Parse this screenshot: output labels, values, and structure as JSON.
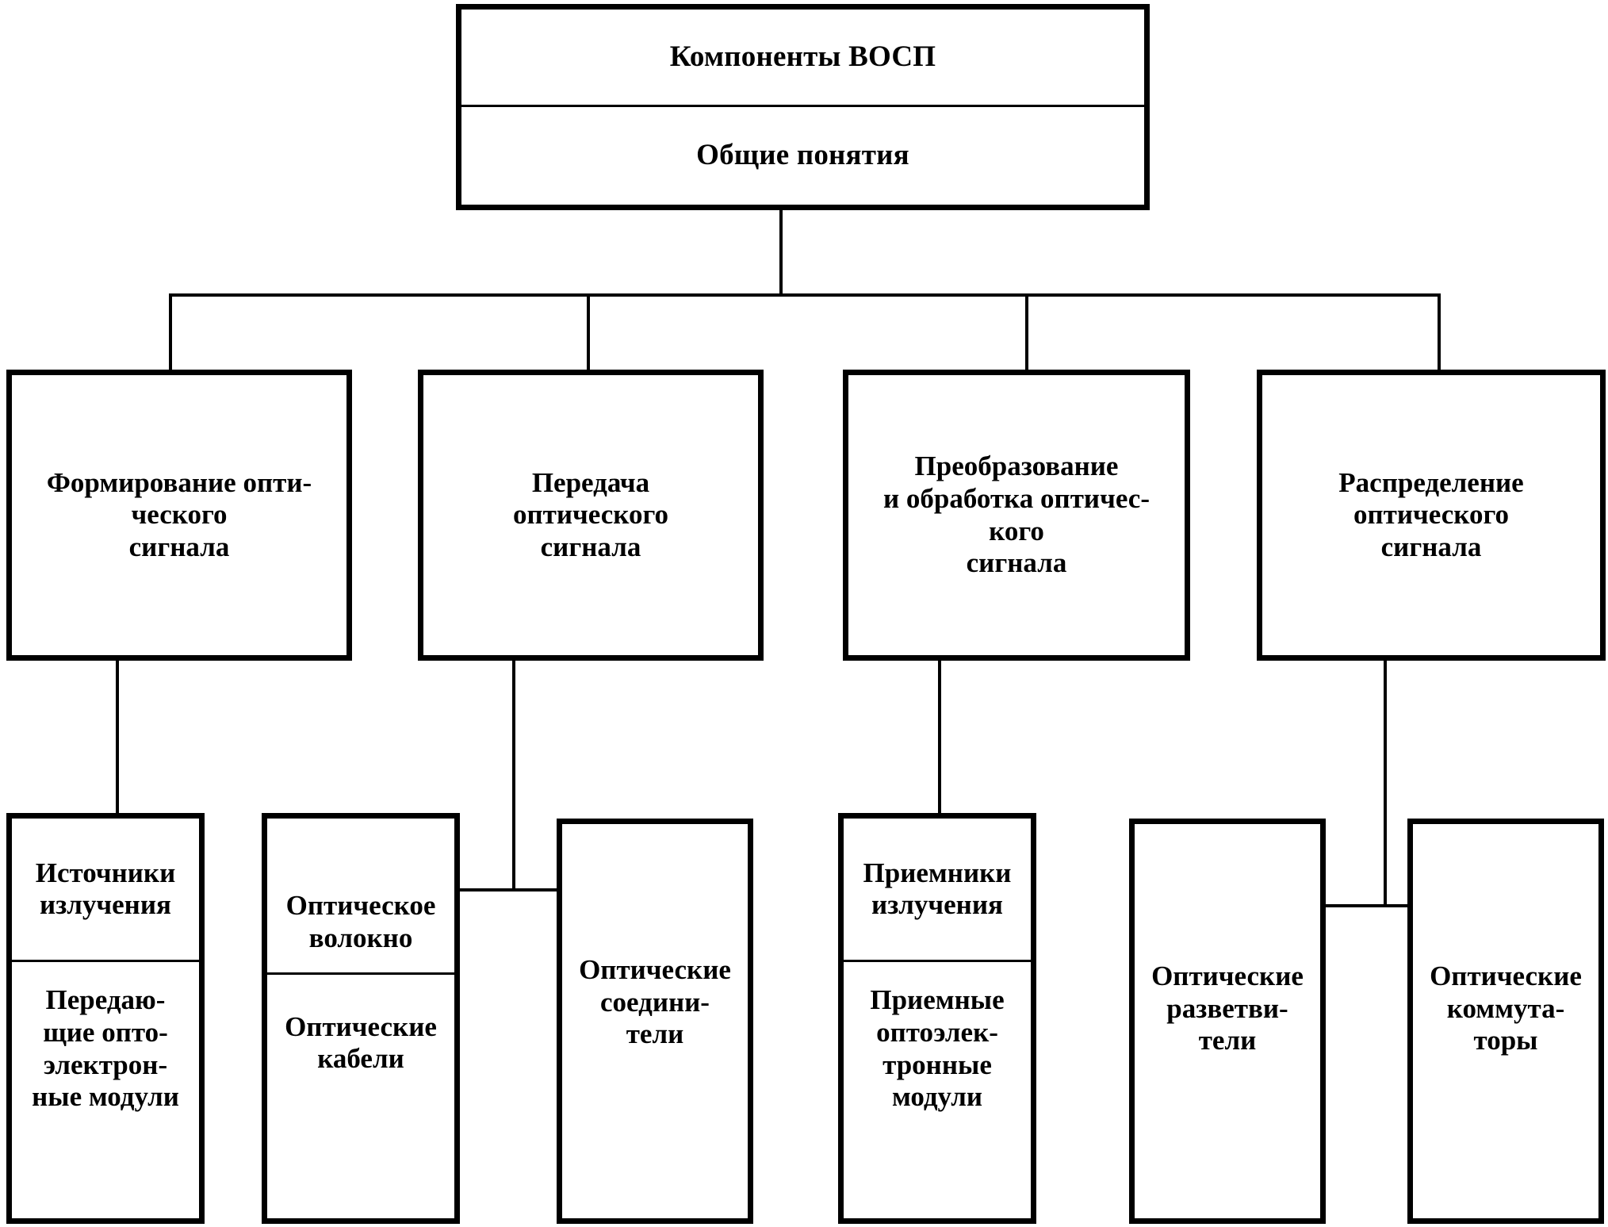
{
  "diagram": {
    "title": "Компоненты ВОСП",
    "orientation": "top-down-tree",
    "levels": 3
  },
  "root": {
    "header": "Компоненты ВОСП",
    "subheader": "Общие понятия"
  },
  "branches": [
    {
      "id": "formation",
      "label": "Формирование опти-\nческого\nсигнала",
      "children": [
        {
          "id": "sources",
          "cells": [
            "Источники\nизлучения",
            "Передаю-\nщие опто-\nэлектрон-\nные модули"
          ]
        }
      ]
    },
    {
      "id": "transmission",
      "label": "Передача\nоптического\nсигнала",
      "children": [
        {
          "id": "fiber",
          "cells": [
            "Оптическое\nволокно",
            "Оптические\nкабели"
          ]
        },
        {
          "id": "connectors",
          "cells": [
            "Оптические\nсоедини-\nтели"
          ]
        }
      ]
    },
    {
      "id": "conversion",
      "label": "Преобразование\nи обработка оптичес-\nкого\nсигнала",
      "children": [
        {
          "id": "receivers",
          "cells": [
            "Приемники\nизлучения",
            "Приемные\nоптоэлек-\nтронные\nмодули"
          ]
        }
      ]
    },
    {
      "id": "distribution",
      "label": "Распределение\nоптического\nсигнала",
      "children": [
        {
          "id": "splitters",
          "cells": [
            "Оптические\nразветви-\nтели"
          ]
        },
        {
          "id": "switches",
          "cells": [
            "Оптические\nкоммута-\nторы"
          ]
        }
      ]
    }
  ],
  "style": {
    "line_color": "#000000",
    "box_border_color": "#000000",
    "background": "#ffffff",
    "text_color": "#000000"
  }
}
